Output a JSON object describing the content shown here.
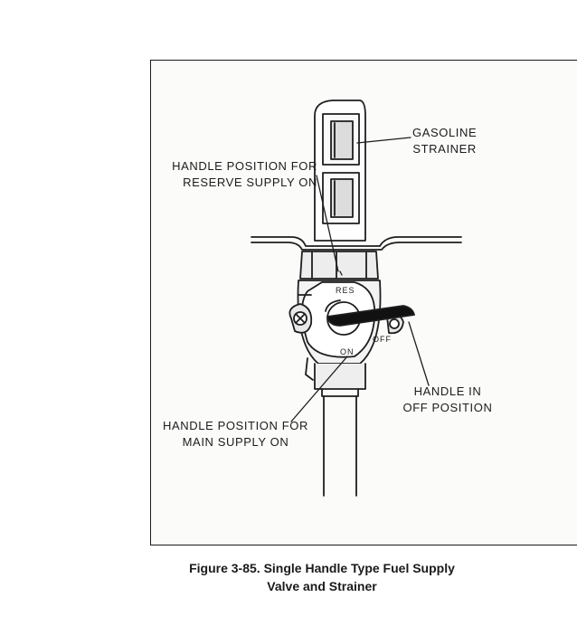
{
  "callouts": {
    "gasoline_strainer": [
      "GASOLINE",
      "STRAINER"
    ],
    "reserve_position": [
      "HANDLE POSITION FOR",
      "RESERVE SUPPLY ON"
    ],
    "off_position": [
      "HANDLE IN",
      "OFF POSITION"
    ],
    "main_position": [
      "HANDLE POSITION FOR",
      "MAIN SUPPLY ON"
    ]
  },
  "dial_marks": {
    "res": "RES",
    "on": "ON",
    "off": "OFF"
  },
  "caption": {
    "line1": "Figure 3-85.  Single Handle Type Fuel Supply",
    "line2": "Valve and Strainer"
  }
}
